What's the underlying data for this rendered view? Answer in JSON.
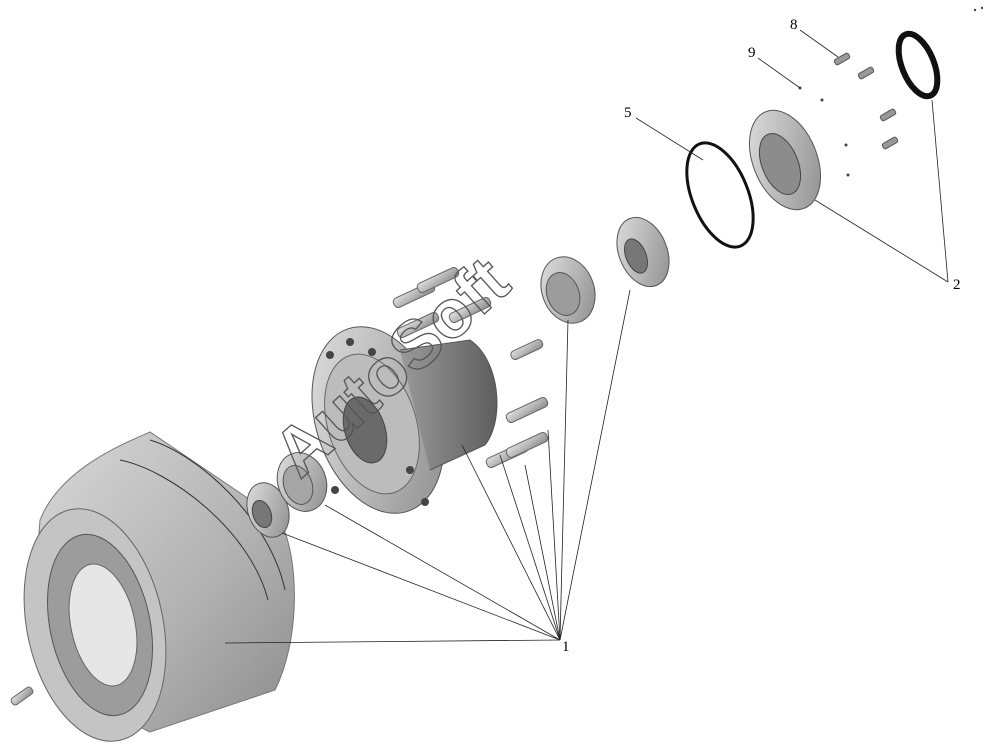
{
  "diagram": {
    "watermark": "AutoSoft",
    "callouts": [
      {
        "id": "1",
        "label": "1"
      },
      {
        "id": "2",
        "label": "2"
      },
      {
        "id": "5",
        "label": "5"
      },
      {
        "id": "8",
        "label": "8"
      },
      {
        "id": "9",
        "label": "9"
      }
    ]
  }
}
